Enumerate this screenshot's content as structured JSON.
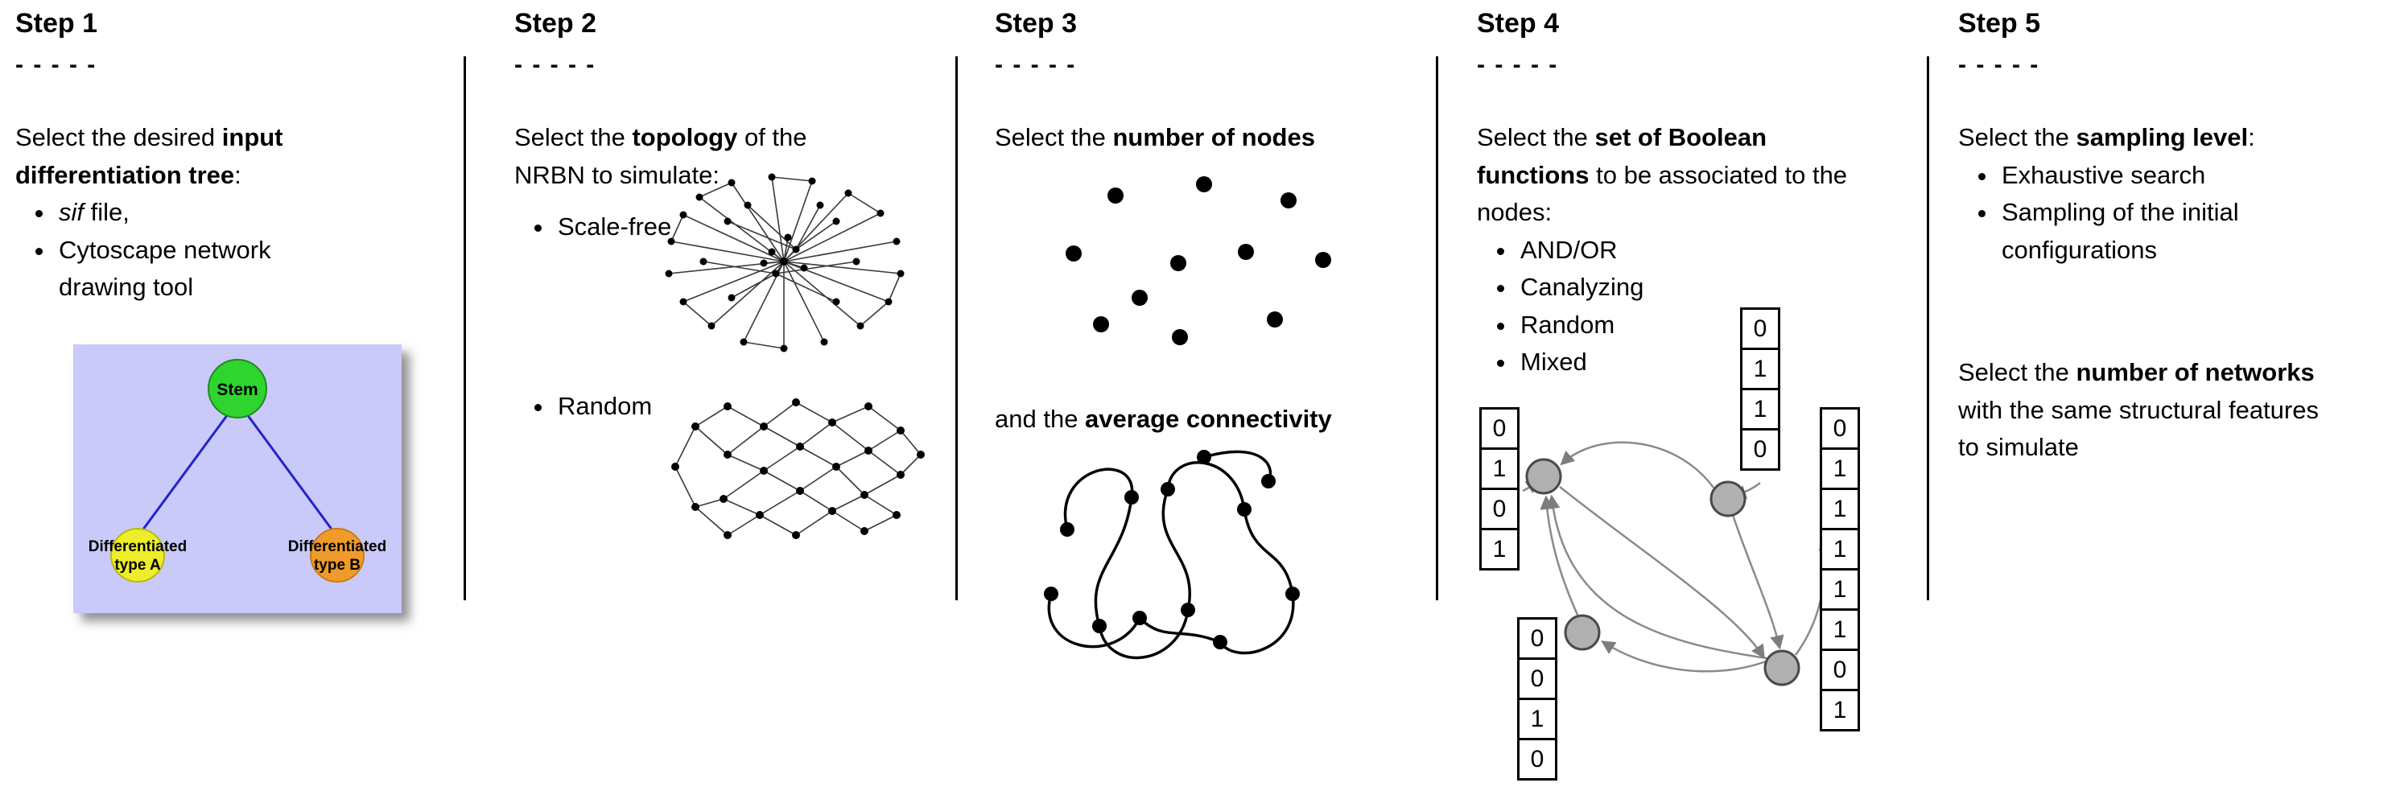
{
  "figure": {
    "background": "#ffffff"
  },
  "step1": {
    "title": "Step 1",
    "dashes": "- - - - -",
    "intro": {
      "pre": "Select the desired ",
      "bold": "input differentiation tree",
      "post": ":"
    },
    "bullets": {
      "b1_italic": "sif",
      "b1_rest": " file,",
      "b2": "Cytoscape network drawing tool"
    },
    "tree": {
      "root_label": "Stem",
      "left_label_line1": "Differentiated",
      "left_label_line2": "type A",
      "right_label_line1": "Differentiated",
      "right_label_line2": "type B",
      "background_color": "#c9c9fa",
      "root_color": "#2fd42f",
      "left_color": "#eded2b",
      "right_color": "#f09a2a",
      "edge_color": "#2323c8"
    }
  },
  "step2": {
    "title": "Step 2",
    "dashes": "- - - - -",
    "intro": {
      "pre": "Select the ",
      "bold": "topology",
      "post": " of the NRBN to simulate:"
    },
    "bullets": {
      "b1": "Scale-free",
      "b2": "Random"
    }
  },
  "step3": {
    "title": "Step 3",
    "dashes": "- - - - -",
    "intro": {
      "pre": "Select the ",
      "bold": "number of nodes",
      "post": ""
    },
    "second": {
      "pre": "and the ",
      "bold": "average connectivity",
      "post": ""
    }
  },
  "step4": {
    "title": "Step 4",
    "dashes": "- - - - -",
    "intro": {
      "pre": "Select the ",
      "bold": "set of Boolean functions",
      "post": " to be associated to the nodes:"
    },
    "bullets": [
      "AND/OR",
      "Canalyzing",
      "Random",
      "Mixed"
    ],
    "tables": {
      "left": [
        "0",
        "1",
        "0",
        "1"
      ],
      "top": [
        "0",
        "1",
        "1",
        "0"
      ],
      "right": [
        "0",
        "1",
        "1",
        "1",
        "1",
        "1",
        "0",
        "1"
      ],
      "bottom": [
        "0",
        "0",
        "1",
        "0"
      ]
    }
  },
  "step5": {
    "title": "Step 5",
    "dashes": "- - - - -",
    "intro": {
      "pre": "Select the ",
      "bold": "sampling level",
      "post": ":"
    },
    "bullets": [
      "Exhaustive search",
      "Sampling of the initial configurations"
    ],
    "second": {
      "pre": "Select the ",
      "bold": "number of networks",
      "post": " with the same structural features to simulate"
    }
  }
}
